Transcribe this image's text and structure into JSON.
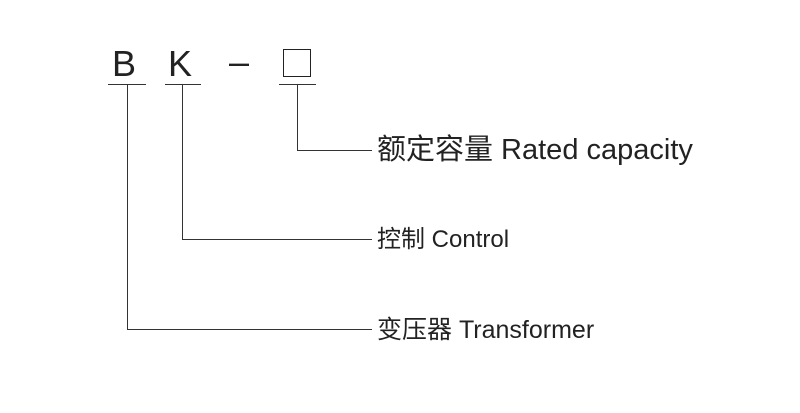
{
  "code": {
    "letter_b": "B",
    "letter_k": "K",
    "dash": "–"
  },
  "labels": {
    "rated_capacity": "额定容量 Rated capacity",
    "control": "控制 Control",
    "transformer": "变压器 Transformer"
  }
}
